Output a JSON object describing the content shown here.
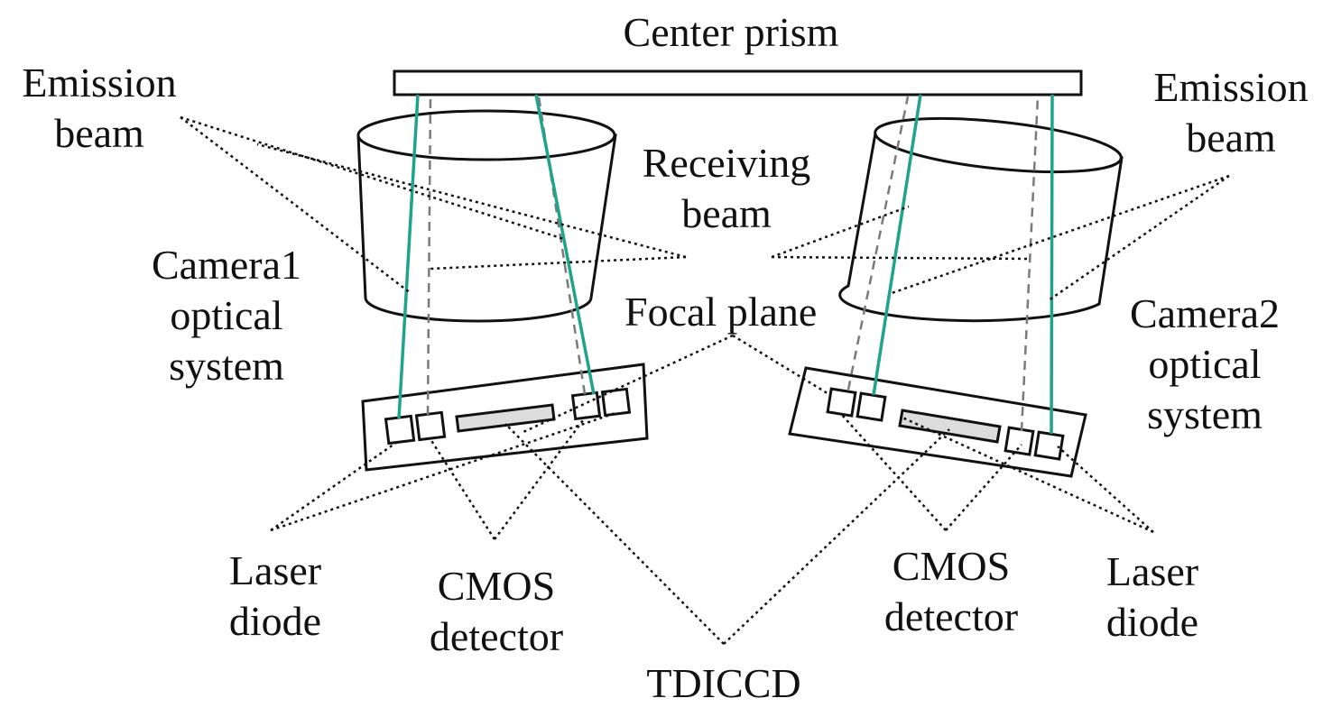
{
  "labels": {
    "center_prism": "Center prism",
    "emission_beam_left": [
      "Emission",
      "beam"
    ],
    "emission_beam_right": [
      "Emission",
      "beam"
    ],
    "receiving_beam": [
      "Receiving",
      "beam"
    ],
    "camera1": [
      "Camera1",
      "optical",
      "system"
    ],
    "camera2": [
      "Camera2",
      "optical",
      "system"
    ],
    "focal_plane": "Focal plane",
    "laser_diode_left": [
      "Laser",
      "diode"
    ],
    "laser_diode_right": [
      "Laser",
      "diode"
    ],
    "cmos_left": [
      "CMOS",
      "detector"
    ],
    "cmos_right": [
      "CMOS",
      "detector"
    ],
    "tdiccd": "TDICCD"
  },
  "colors": {
    "emission_beam": "#1fa38a",
    "receiving_beam": "#7a7a7a",
    "tdiccd_fill": "#dcdcdc",
    "line": "#111111"
  }
}
